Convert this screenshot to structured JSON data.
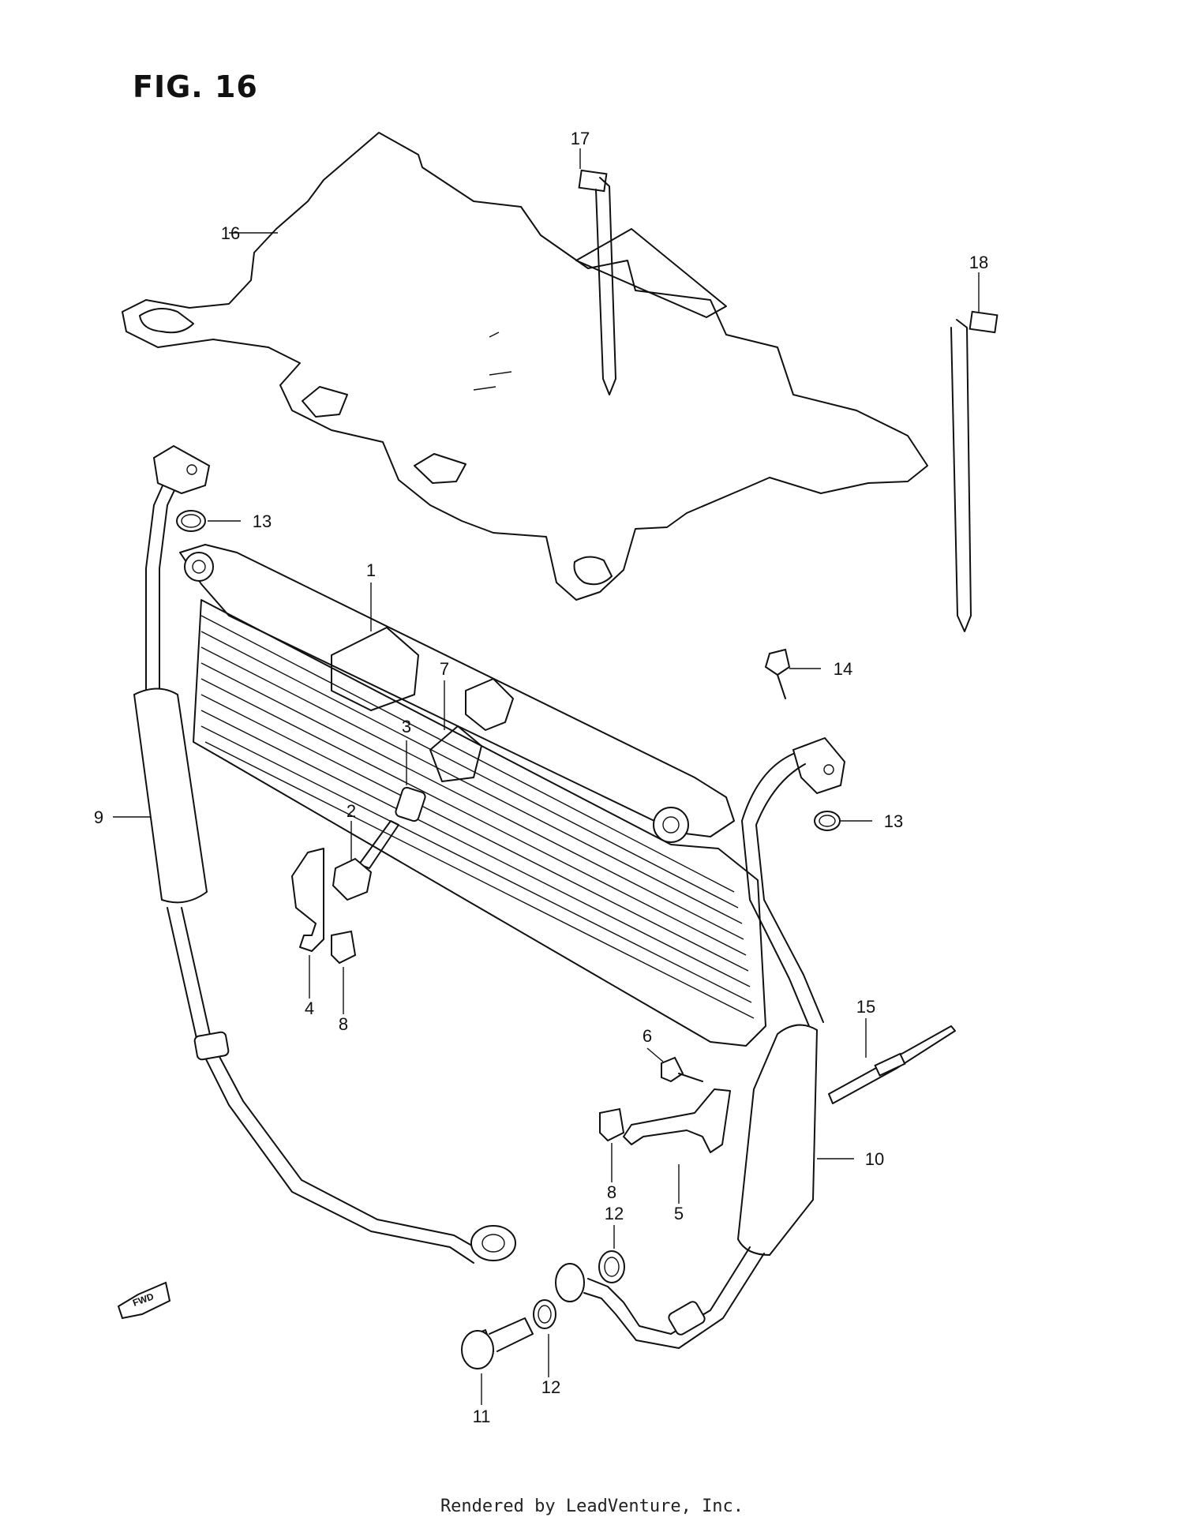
{
  "figure": {
    "title": "FIG. 16"
  },
  "callouts": {
    "c1": "1",
    "c2": "2",
    "c3": "3",
    "c4": "4",
    "c5": "5",
    "c6": "6",
    "c7": "7",
    "c8a": "8",
    "c8b": "8",
    "c9": "9",
    "c10": "10",
    "c11": "11",
    "c12a": "12",
    "c12b": "12",
    "c13a": "13",
    "c13b": "13",
    "c14": "14",
    "c15": "15",
    "c16": "16",
    "c17": "17",
    "c18": "18"
  },
  "fwd_label": "FWD",
  "footer": {
    "text": "Rendered by LeadVenture, Inc."
  }
}
